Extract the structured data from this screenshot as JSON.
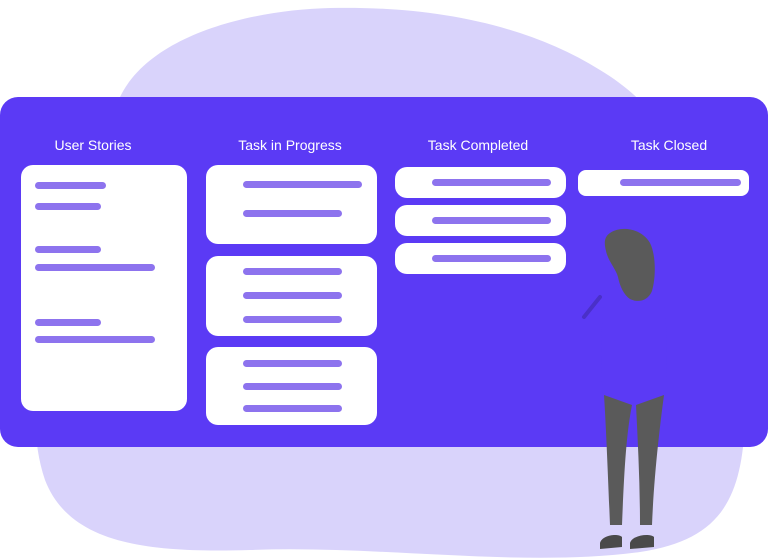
{
  "columns": [
    {
      "title": "User Stories"
    },
    {
      "title": "Task in Progress"
    },
    {
      "title": "Task Completed"
    },
    {
      "title": "Task Closed"
    }
  ],
  "colors": {
    "board": "#5b3af5",
    "blob": "#d9d3fb",
    "card": "#ffffff",
    "line": "#8d73ee",
    "figure": "#5a5a5a"
  }
}
